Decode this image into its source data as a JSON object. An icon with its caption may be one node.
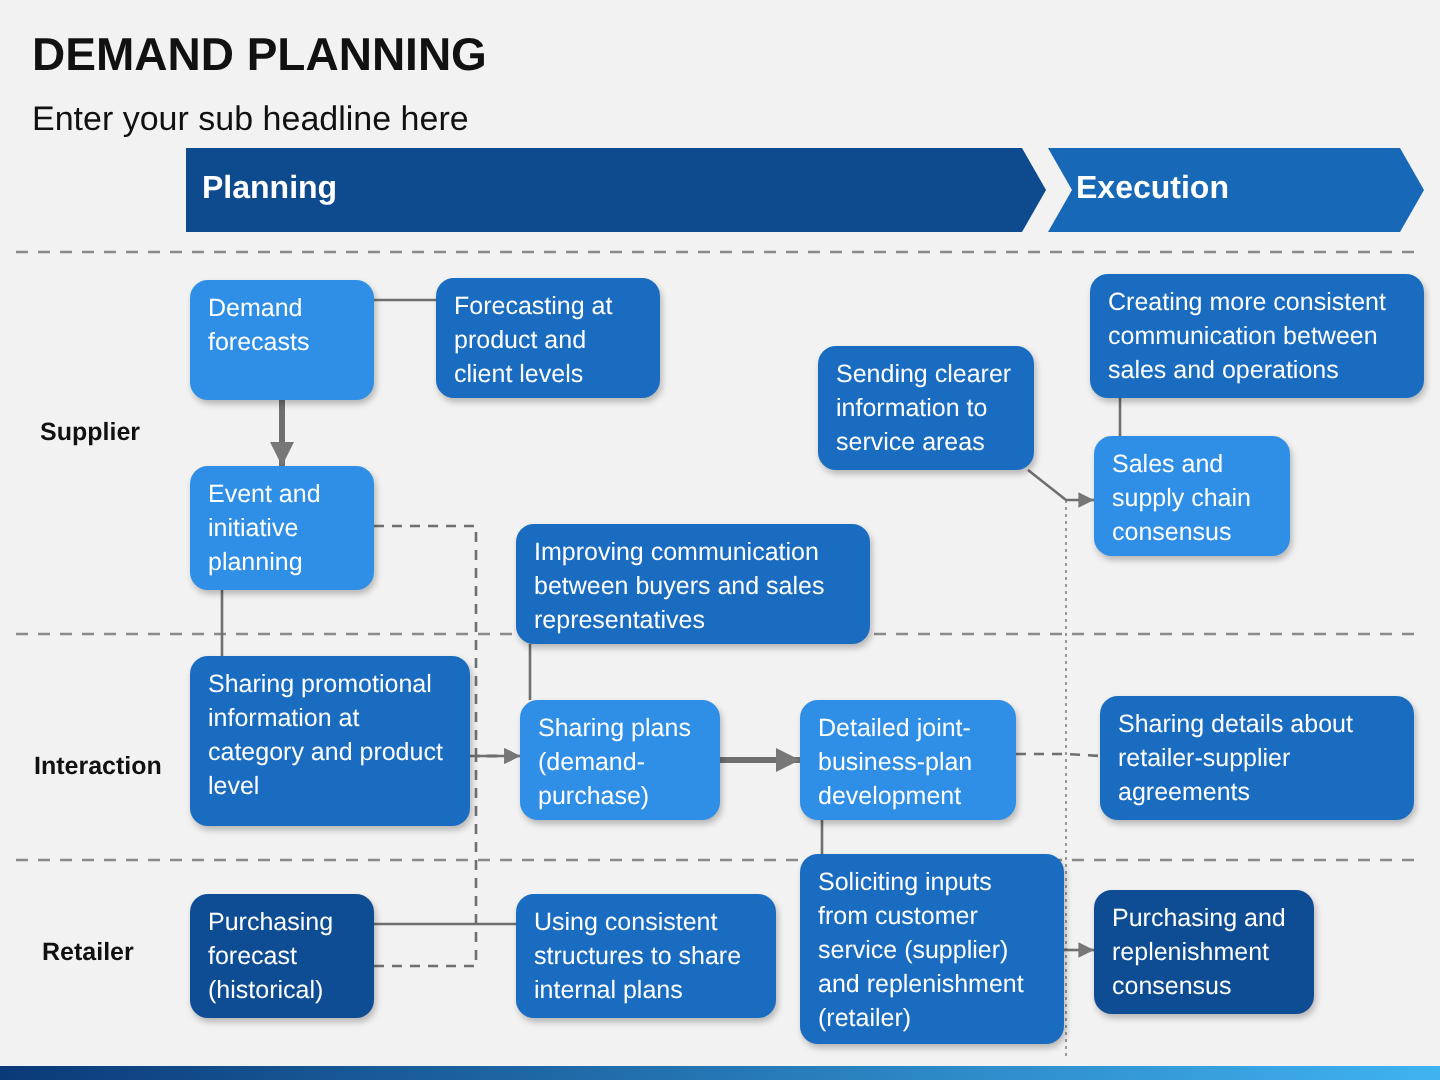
{
  "diagram": {
    "title": "DEMAND PLANNING",
    "nodes": [
      {
        "text": [
          "Planning"
        ]
      },
      {
        "text": [
          "Execution"
        ]
      },
      {
        "text": [
          "Demand forecasts"
        ]
      },
      {
        "text": [
          "Forecasting at product and client levels"
        ]
      },
      {
        "text": [
          "Event and initiative planning"
        ]
      },
      {
        "text": [
          "Improving communication between buyers and sales representatives"
        ]
      },
      {
        "text": [
          "Sharing promotional information at category and product level"
        ]
      },
      {
        "text": [
          "Sharing plans (demand-purchase)"
        ]
      },
      {
        "text": [
          "Detailed joint-business-plan development"
        ]
      },
      {
        "text": [
          "Sending clearer information to service areas"
        ]
      },
      {
        "text": [
          "Creating more consistent communication between sales and operations"
        ]
      },
      {
        "text": [
          "Sales and supply chain consensus"
        ]
      },
      {
        "text": [
          "Sharing details about retailer-supplier agreements"
        ]
      },
      {
        "text": [
          "Purchasing forecast (historical)"
        ]
      },
      {
        "text": [
          "Using consistent structures to share internal plans"
        ]
      },
      {
        "text": [
          "Soliciting inputs from customer service (supplier) and replenishment (retailer)"
        ]
      },
      {
        "text": [
          "Purchasing and replenishment consensus"
        ]
      }
    ],
    "edges": [
      {
        "from": 2,
        "to": 3,
        "arrow": "none"
      },
      {
        "from": 2,
        "to": 4,
        "arrow": "to",
        "style": "thick"
      },
      {
        "from": 4,
        "to": 6,
        "arrow": "none"
      },
      {
        "from": 4,
        "to": 7,
        "arrow": "to",
        "style": "dashed"
      },
      {
        "from": 6,
        "to": 7,
        "arrow": "to"
      },
      {
        "from": 13,
        "to": 7,
        "arrow": "to",
        "style": "dashed"
      },
      {
        "from": 5,
        "to": 7,
        "arrow": "none"
      },
      {
        "from": 13,
        "to": 14,
        "arrow": "none"
      },
      {
        "from": 7,
        "to": 8,
        "arrow": "to",
        "style": "thick"
      },
      {
        "from": 8,
        "to": 15,
        "arrow": "none"
      },
      {
        "from": 8,
        "to": 12,
        "arrow": "none",
        "style": "dashed"
      },
      {
        "from": 9,
        "to": 11,
        "arrow": "to"
      },
      {
        "from": 15,
        "to": 16,
        "arrow": "to"
      },
      {
        "from": 10,
        "to": 11,
        "arrow": "none"
      }
    ],
    "labels": [
      "Enter your sub headline here",
      "Supplier",
      "Interaction",
      "Retailer"
    ]
  }
}
